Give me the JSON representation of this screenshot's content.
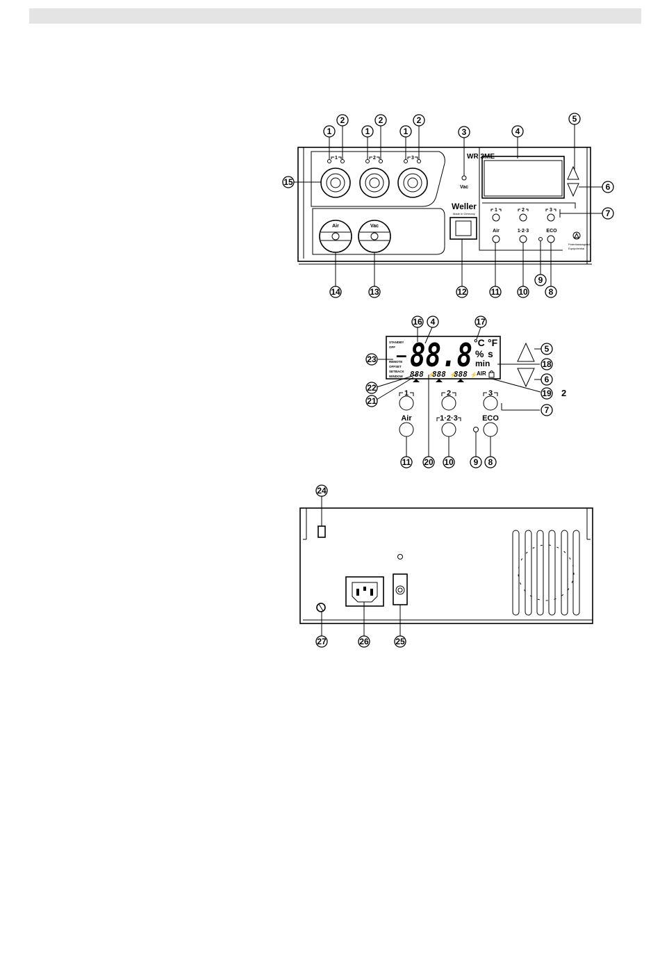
{
  "front": {
    "model": "WR 3ME",
    "brand": "Weller",
    "brand_sub": "Made in Germany",
    "vac_led": "Vac",
    "channels": [
      "1",
      "2",
      "3"
    ],
    "air_label": "Air",
    "vac_label": "Vac",
    "btn_123": "1·2·3",
    "btn_eco": "ECO",
    "esd_1": "Potentialausgleich",
    "esd_2": "Equipotential"
  },
  "display": {
    "status_labels": [
      "STANDBY",
      "OFF",
      "REMOTE",
      "OFFSET",
      "SETBACK",
      "WINDOW"
    ],
    "big_digits": "88.8",
    "minus": "–",
    "unit_c": "°C",
    "unit_f": "°F",
    "unit_pct": "%",
    "unit_s": "s",
    "unit_min": "min",
    "small_digits": [
      "888",
      "888",
      "888"
    ],
    "air": "AIR",
    "btn1": "1",
    "btn2": "2",
    "btn3": "3",
    "air_label": "Air",
    "btn_123": "1·2·3",
    "btn_eco": "ECO",
    "figure_number": "2"
  },
  "callouts": {
    "front": [
      "1",
      "2",
      "1",
      "2",
      "1",
      "2",
      "3",
      "4",
      "5",
      "6",
      "7",
      "15",
      "14",
      "13",
      "12",
      "11",
      "10",
      "9",
      "8"
    ],
    "display": [
      "16",
      "4",
      "17",
      "5",
      "18",
      "23",
      "22",
      "21",
      "6",
      "19",
      "7",
      "11",
      "20",
      "10",
      "9",
      "8"
    ],
    "rear": [
      "24",
      "27",
      "26",
      "25"
    ]
  }
}
